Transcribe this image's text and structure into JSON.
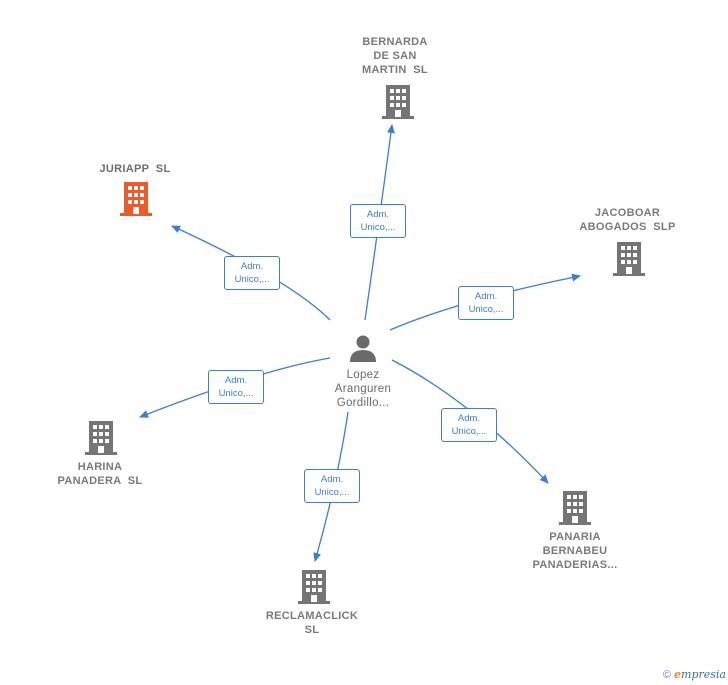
{
  "center": {
    "label_lines": [
      "Lopez",
      "Aranguren",
      "Gordillo..."
    ],
    "icon": "person-icon"
  },
  "companies": [
    {
      "id": "bernarda",
      "label_lines": [
        "BERNARDA",
        "DE SAN",
        "MARTIN  SL"
      ],
      "icon": "building-icon",
      "color": "#757575"
    },
    {
      "id": "juriapp",
      "label_lines": [
        "JURIAPP  SL"
      ],
      "icon": "building-icon",
      "color": "#f05a28"
    },
    {
      "id": "jacoboar",
      "label_lines": [
        "JACOBOAR",
        "ABOGADOS  SLP"
      ],
      "icon": "building-icon",
      "color": "#757575"
    },
    {
      "id": "harina",
      "label_lines": [
        "HARINA",
        "PANADERA  SL"
      ],
      "icon": "building-icon",
      "color": "#757575"
    },
    {
      "id": "panaria",
      "label_lines": [
        "PANARIA",
        "BERNABEU",
        "PANADERIAS..."
      ],
      "icon": "building-icon",
      "color": "#757575"
    },
    {
      "id": "reclamaclick",
      "label_lines": [
        "RECLAMACLICK",
        "SL"
      ],
      "icon": "building-icon",
      "color": "#757575"
    }
  ],
  "edge_label": [
    "Adm.",
    "Unico,..."
  ],
  "edge_color": "#3a7fd5",
  "footer": {
    "copyright": "©",
    "brand_e": "e",
    "brand_rest": "mpresia"
  }
}
